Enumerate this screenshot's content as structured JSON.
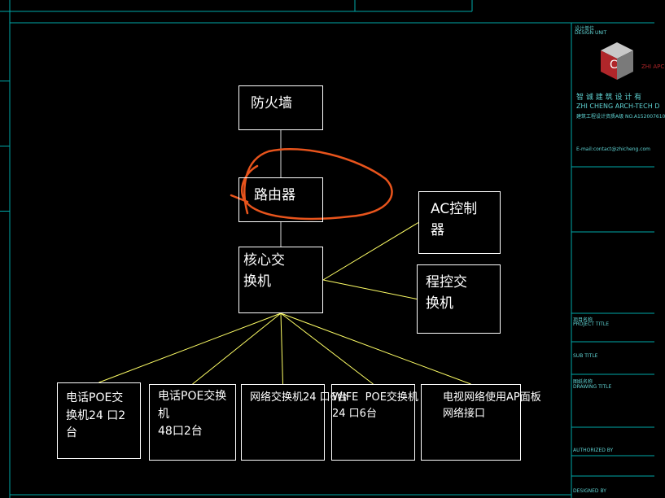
{
  "diagram": {
    "nodes": [
      {
        "id": "firewall",
        "lines": [
          "防火墙"
        ]
      },
      {
        "id": "router",
        "lines": [
          "路由器"
        ]
      },
      {
        "id": "ac-controller",
        "lines": [
          "AC控制器"
        ]
      },
      {
        "id": "core-switch",
        "lines": [
          "核心交",
          "换机"
        ]
      },
      {
        "id": "pbx",
        "lines": [
          "程控交",
          "换机"
        ]
      },
      {
        "id": "phone-poe-24",
        "lines": [
          "电话POE交",
          "换机24 口2",
          "台"
        ]
      },
      {
        "id": "phone-poe-48",
        "lines": [
          "电话POE交换机",
          "48口2台"
        ]
      },
      {
        "id": "net-switch",
        "lines": [
          "网络交换机24 口6台"
        ]
      },
      {
        "id": "wifi-poe",
        "lines": [
          "WIFE  POE交换机",
          "24 口6台"
        ]
      },
      {
        "id": "tv-network",
        "lines": [
          "电视网络使用AP面板",
          "网络接口"
        ]
      }
    ],
    "edges": [
      {
        "from": "firewall",
        "to": "router"
      },
      {
        "from": "router",
        "to": "core-switch"
      },
      {
        "from": "core-switch",
        "to": "ac-controller"
      },
      {
        "from": "core-switch",
        "to": "pbx"
      },
      {
        "from": "core-switch",
        "to": "phone-poe-24"
      },
      {
        "from": "core-switch",
        "to": "phone-poe-48"
      },
      {
        "from": "core-switch",
        "to": "net-switch"
      },
      {
        "from": "core-switch",
        "to": "wifi-poe"
      },
      {
        "from": "core-switch",
        "to": "tv-network"
      }
    ]
  },
  "title_block": {
    "designer_label": "设计单位",
    "designer_label_en": "DESIGN UNIT",
    "company_cn": "智 诚 建 筑 设 计 有",
    "company_en": "ZHI CHENG ARCH-TECH D",
    "license_line": "建筑工程设计资质A级 NO.A152007610",
    "email_line": "E-mail:contact@zhicheng.com",
    "project_label": "项目名称",
    "project_title_label": "PROJECT TITLE",
    "subtitle_label": "SUB TITLE",
    "drawing_label": "图纸名称",
    "drawing_title_label": "DRAWING TITLE",
    "approved_label": "AUTHORIZED BY",
    "designed_label": "DESIGNED BY",
    "logo_letters": "ZHI APC"
  },
  "colors": {
    "background": "#000000",
    "box_border": "#ffffff",
    "connector": "#ffff66",
    "annotation": "#e8541c",
    "frame": "#00a8a8"
  }
}
